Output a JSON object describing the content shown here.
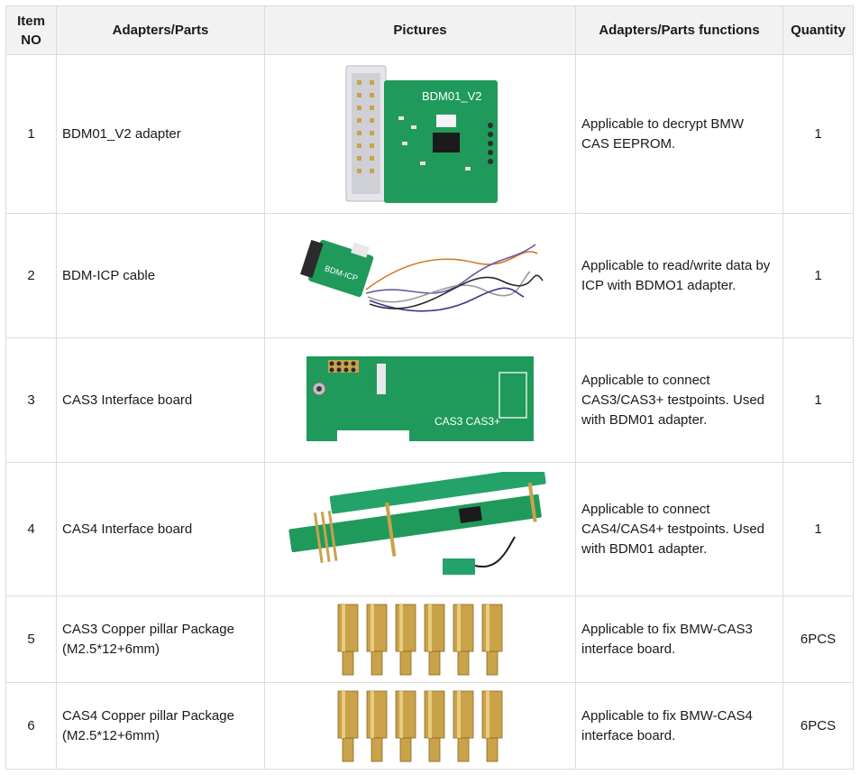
{
  "headers": {
    "item_no": "Item NO",
    "parts": "Adapters/Parts",
    "pictures": "Pictures",
    "functions": "Adapters/Parts functions",
    "quantity": "Quantity"
  },
  "rows": [
    {
      "no": "1",
      "part": "BDM01_V2 adapter",
      "function": "Applicable to decrypt BMW CAS EEPROM.",
      "quantity": "1",
      "picture_label": "BDM01_V2"
    },
    {
      "no": "2",
      "part": "BDM-ICP cable",
      "function": "Applicable to read/write data by ICP with BDMO1 adapter.",
      "quantity": "1",
      "picture_label": "BDM-ICP"
    },
    {
      "no": "3",
      "part": "CAS3 Interface board",
      "function": "Applicable to connect CAS3/CAS3+ testpoints. Used with BDM01 adapter.",
      "quantity": "1",
      "picture_label": "CAS3 CAS3+"
    },
    {
      "no": "4",
      "part": "CAS4 Interface board",
      "function": "Applicable to connect CAS4/CAS4+ testpoints. Used with BDM01 adapter.",
      "quantity": "1"
    },
    {
      "no": "5",
      "part": "CAS3 Copper pillar Package (M2.5*12+6mm)",
      "function": "Applicable to fix BMW-CAS3 interface board.",
      "quantity": "6PCS"
    },
    {
      "no": "6",
      "part": "CAS4 Copper pillar Package (M2.5*12+6mm)",
      "function": "Applicable to fix BMW-CAS4 interface board.",
      "quantity": "6PCS"
    }
  ],
  "colors": {
    "pcb_green": "#1f9a5a",
    "header_bg": "#f2f2f2",
    "brass": "#c9a24a"
  }
}
